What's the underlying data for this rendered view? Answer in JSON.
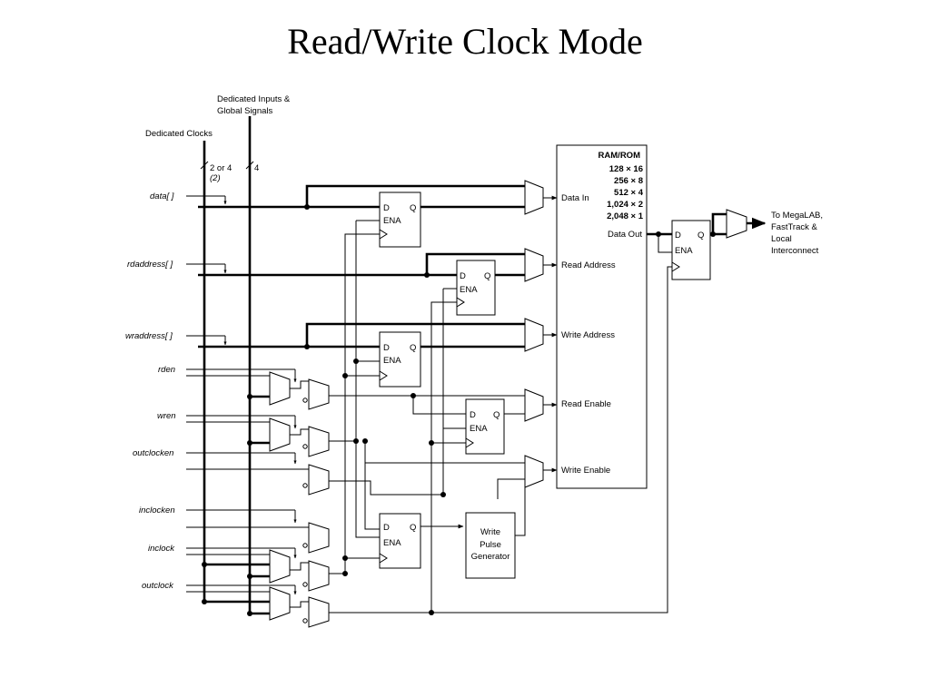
{
  "title": "Read/Write Clock Mode",
  "labels": {
    "dedicated_inputs_line1": "Dedicated Inputs &",
    "dedicated_inputs_line2": "Global Signals",
    "dedicated_clocks": "Dedicated Clocks",
    "bus_width_clocks": "2 or 4",
    "bus_width_note": "(2)",
    "bus_width_inputs": "4"
  },
  "inputs": {
    "data": "data[ ]",
    "rdaddress": "rdaddress[ ]",
    "wraddress": "wraddress[ ]",
    "rden": "rden",
    "wren": "wren",
    "outclocken": "outclocken",
    "inclocken": "inclocken",
    "inclock": "inclock",
    "outclock": "outclock"
  },
  "register": {
    "d": "D",
    "q": "Q",
    "ena": "ENA"
  },
  "ram": {
    "title": "RAM/ROM",
    "configs": [
      "128 × 16",
      "256 × 8",
      "512 × 4",
      "1,024 × 2",
      "2,048 × 1"
    ],
    "ports": {
      "data_in": "Data In",
      "data_out": "Data Out",
      "read_address": "Read Address",
      "write_address": "Write Address",
      "read_enable": "Read Enable",
      "write_enable": "Write Enable"
    }
  },
  "wpg": {
    "line1": "Write",
    "line2": "Pulse",
    "line3": "Generator"
  },
  "output": {
    "line1": "To MegaLAB,",
    "line2": "FastTrack &",
    "line3": "Local",
    "line4": "Interconnect"
  }
}
